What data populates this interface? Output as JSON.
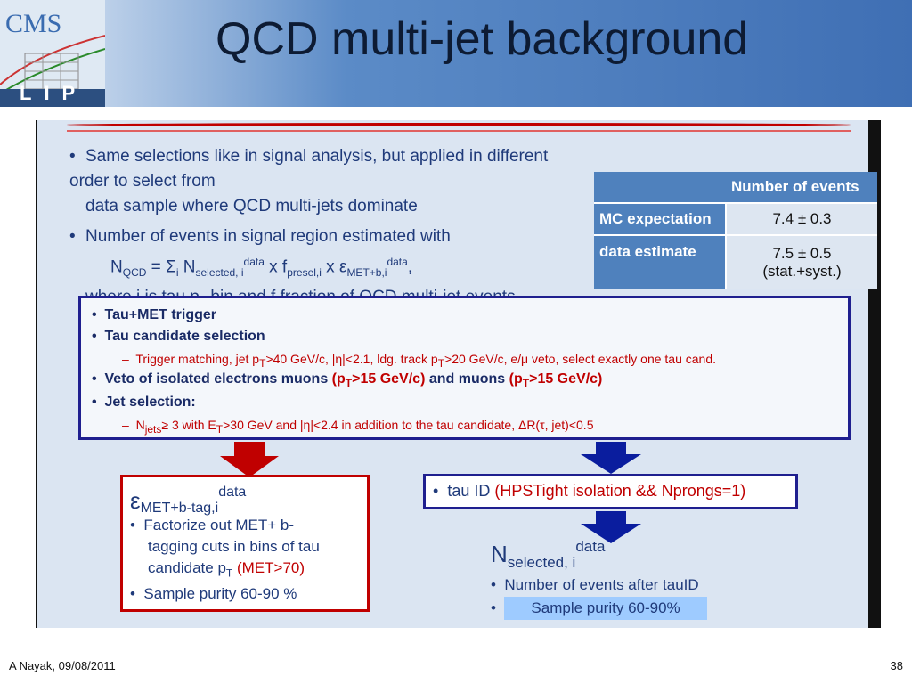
{
  "header": {
    "title": "QCD multi-jet background"
  },
  "logo": {
    "cms_text": "CMS",
    "lip_text": "LIP"
  },
  "bullets": [
    {
      "line1": "Same selections like in signal analysis, but applied in different order to select from",
      "line2": "data sample where QCD multi-jets dominate"
    },
    {
      "line1": "Number of events in signal region estimated with",
      "formula": {
        "n": "N",
        "n_sub": "QCD",
        "eq": " = Σ",
        "sum_sub": "i",
        "n2": " N",
        "n2_sub": "selected, i",
        "n2_sup": "data",
        "x1": " x f",
        "f_sub": "presel,i",
        "x2": " x ε",
        "e_sub": "MET+b,i",
        "e_sup": "data",
        "tail": ","
      },
      "where": {
        "a": "where i is tau p",
        "a_sub": "T",
        "b": " bin and f fraction of QCD multi-jet events"
      }
    }
  ],
  "table": {
    "header": "Number of events",
    "rows": [
      {
        "label": "MC expectation",
        "value": "7.4 ± 0.3",
        "value2": ""
      },
      {
        "label": "data estimate",
        "value": "7.5 ± 0.5",
        "value2": "(stat.+syst.)"
      }
    ]
  },
  "selection_box": {
    "b1": "Tau+MET trigger",
    "b2": "Tau candidate selection",
    "b2_sub": {
      "a": "Trigger matching, jet p",
      "a_sub": "T",
      "b": ">40 GeV/c, |η|<2.1, ldg. track p",
      "b_sub": "T",
      "c": ">20 GeV/c, e/μ veto, select exactly one tau cand."
    },
    "b3": {
      "a": "Veto of isolated electrons muons ",
      "b": "(p",
      "b_sub": "T",
      "c": ">15 GeV/c)",
      "d": " and muons ",
      "e": "(p",
      "e_sub": "T",
      "f": ">15 GeV/c)"
    },
    "b4": "Jet selection:",
    "b4_sub": {
      "a": "N",
      "a_sub": "jets",
      "b": "≥ 3 with E",
      "b_sub": "T",
      "c": ">30 GeV and |η|<2.4 in addition to the tau candidate, ΔR(τ, jet)<0.5"
    }
  },
  "left_box": {
    "eps": "ε",
    "eps_sub": "MET+b-tag,i",
    "eps_sup": "data",
    "item1": [
      "Factorize out MET+ b-",
      "tagging cuts in bins of tau"
    ],
    "item1_last": {
      "a": "candidate p",
      "a_sub": "T",
      "b": " (MET>70)"
    },
    "item2": "Sample purity 60-90 %"
  },
  "right_box": {
    "a": "tau ID ",
    "b": "(HPSTight isolation && Nprongs=1)"
  },
  "bottom_right": {
    "n": "N",
    "n_sub": "selected, i",
    "n_sup": "data",
    "item1": "Number of events after tauID",
    "item2": "Sample purity 60-90%"
  },
  "footer": {
    "author_date": "A Nayak,  09/08/2011",
    "page": "38"
  },
  "colors": {
    "accent_blue": "#4f81bd",
    "red": "#c00000",
    "navy": "#1f1f8f"
  }
}
